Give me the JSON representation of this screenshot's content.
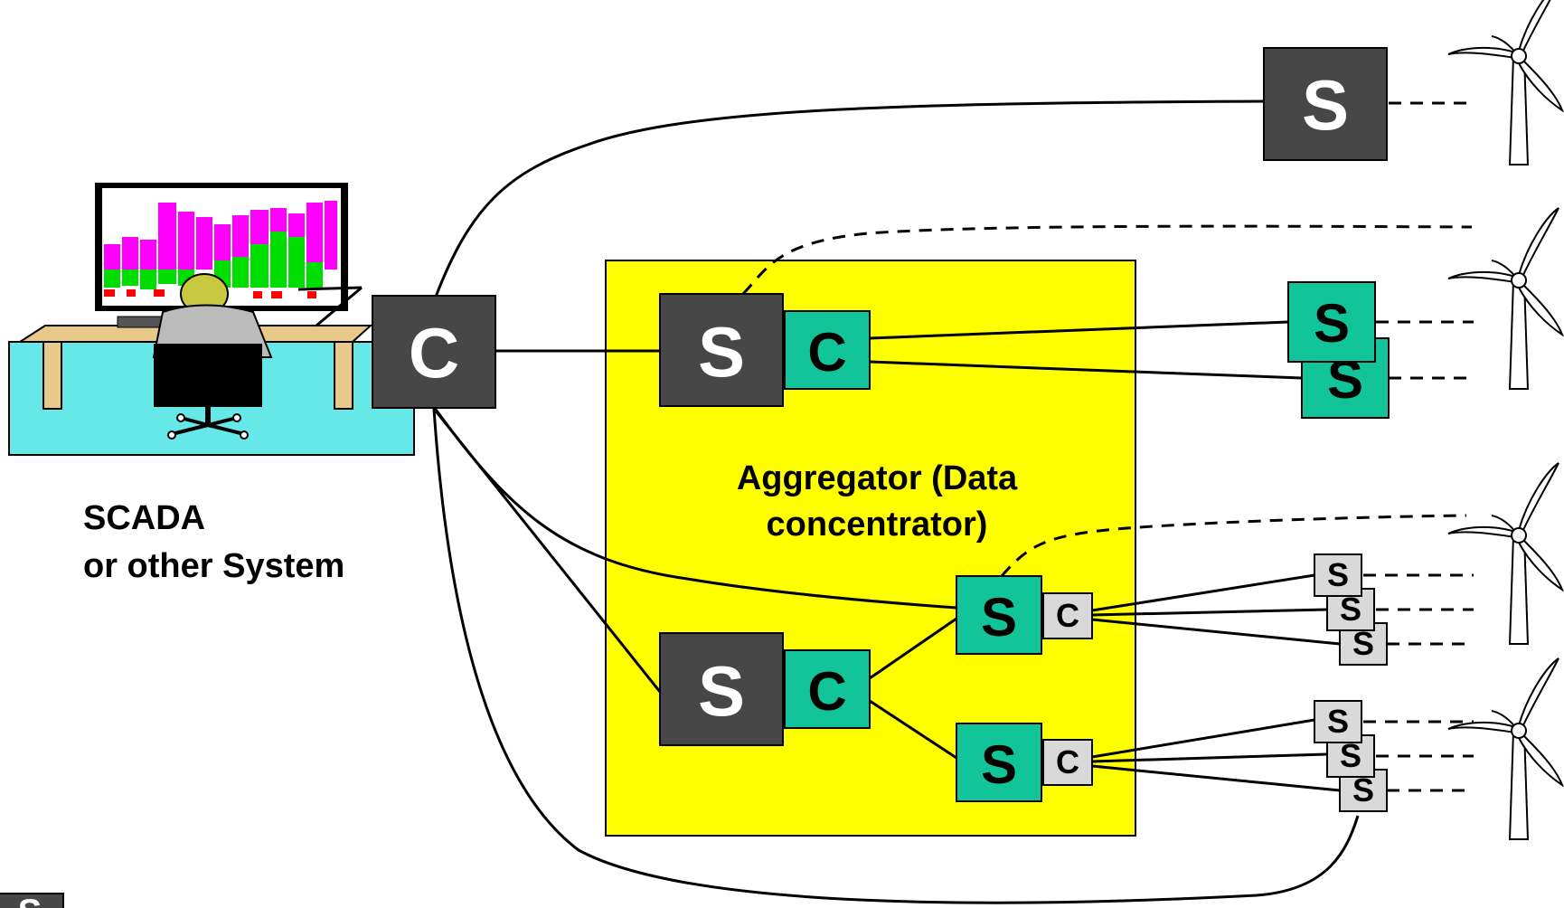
{
  "colors": {
    "dark_box": "#474747",
    "teal_box": "#12c49a",
    "light_box": "#d9d9d9",
    "aggregator_fill": "#ffff00",
    "monitor_magenta": "#ff00ff",
    "monitor_green": "#00dd00",
    "monitor_red": "#ff0000",
    "floor_cyan": "#66e8e8",
    "desk_tan": "#e8c98a"
  },
  "scada": {
    "line1": "SCADA",
    "line2": "or other System"
  },
  "aggregator": {
    "line1": "Aggregator (Data",
    "line2": "concentrator)"
  },
  "boxes": {
    "central_client": "C",
    "top_server": "S",
    "agg_upper_server": "S",
    "agg_upper_client": "C",
    "agg_lower_server": "S",
    "agg_lower_client": "C",
    "sub_upper_server": "S",
    "sub_upper_client": "C",
    "sub_lower_server": "S",
    "sub_lower_client": "C",
    "turbine2_server_a": "S",
    "turbine2_server_b": "S",
    "turbine3_server_a": "S",
    "turbine3_server_b": "S",
    "turbine3_server_c": "S",
    "turbine4_server_a": "S",
    "turbine4_server_b": "S",
    "turbine4_server_c": "S",
    "legend_partial": "S"
  },
  "icons": {
    "operator": "scada-operator-workstation-icon",
    "turbine": "wind-turbine-icon"
  }
}
